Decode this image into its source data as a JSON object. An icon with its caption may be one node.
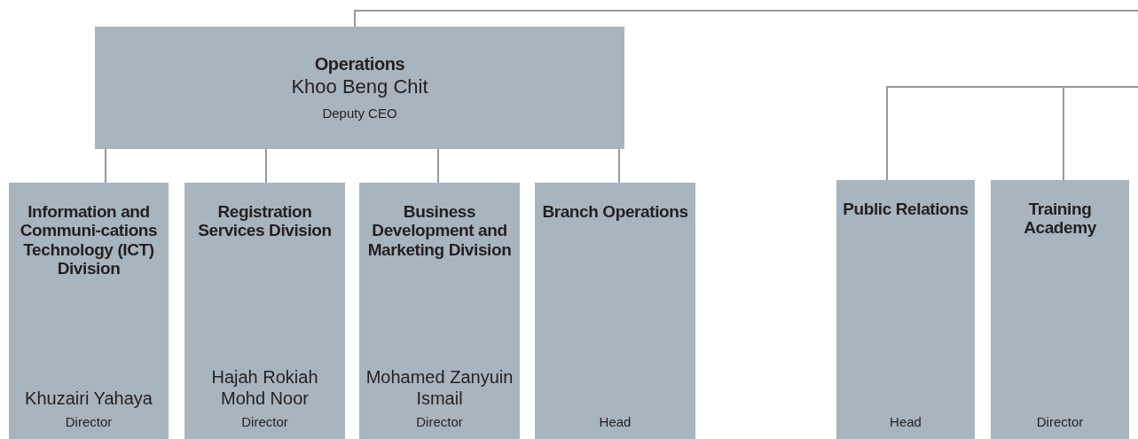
{
  "diagram": {
    "nodes": [
      {
        "text": [
          "Operations",
          "Khoo Beng Chit",
          "Deputy CEO"
        ]
      },
      {
        "text": [
          "Information and Communi-cations Technology (ICT) Division",
          "Khuzairi Yahaya",
          "Director"
        ]
      },
      {
        "text": [
          "Registration Services Division",
          "Hajah Rokiah Mohd Noor",
          "Director"
        ]
      },
      {
        "text": [
          "Business Development and Marketing Division",
          "Mohamed Zanyuin Ismail",
          "Director"
        ]
      },
      {
        "text": [
          "Branch Operations",
          "Head"
        ]
      },
      {
        "text": [
          "Public Relations",
          "Head"
        ]
      },
      {
        "text": [
          "Training Academy",
          "Director"
        ]
      }
    ],
    "edges": [
      {
        "from": null,
        "to": 0,
        "arrow": "none"
      },
      {
        "from": 0,
        "to": 1,
        "arrow": "none"
      },
      {
        "from": 0,
        "to": 2,
        "arrow": "none"
      },
      {
        "from": 0,
        "to": 3,
        "arrow": "none"
      },
      {
        "from": 0,
        "to": 4,
        "arrow": "none"
      },
      {
        "from": null,
        "to": 5,
        "arrow": "none"
      },
      {
        "from": null,
        "to": 6,
        "arrow": "none"
      }
    ]
  }
}
